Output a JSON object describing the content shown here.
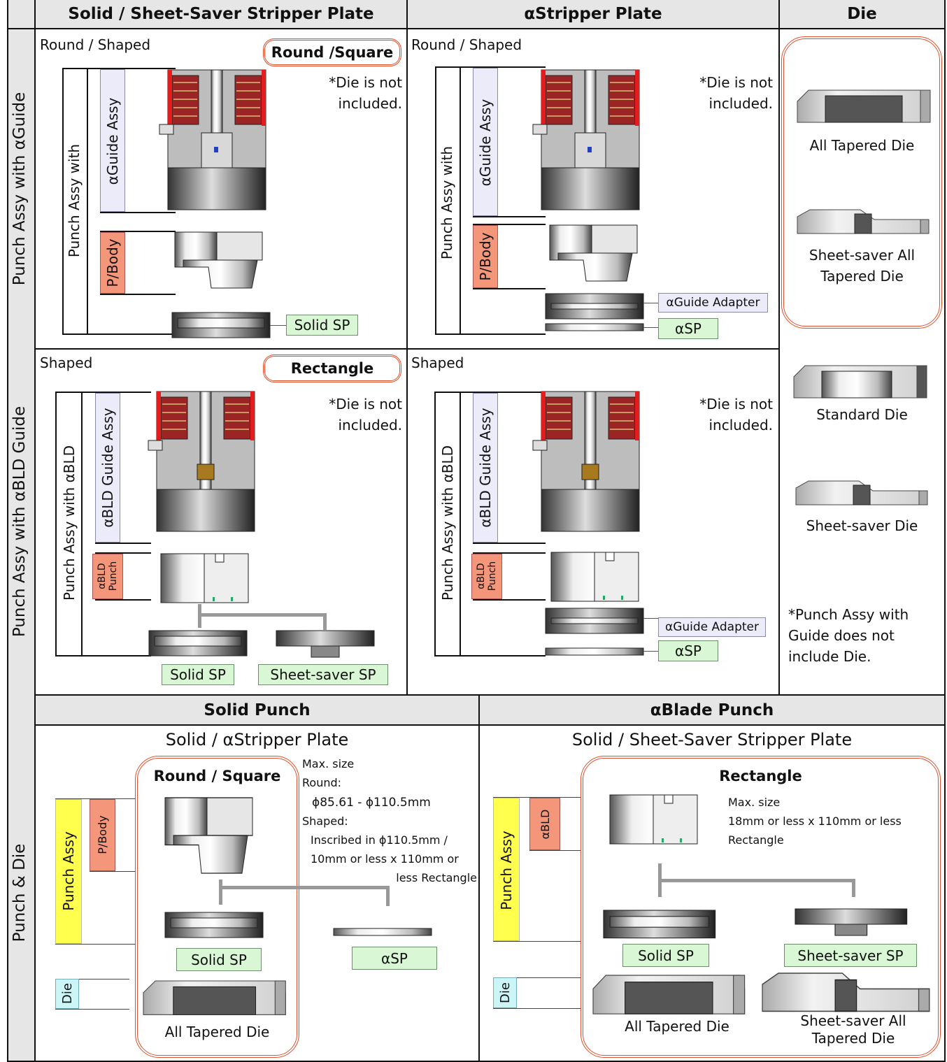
{
  "header": {
    "col1": "Solid / Sheet-Saver Stripper Plate",
    "col2": "αStripper Plate",
    "col3": "Die"
  },
  "row_labels": {
    "row1": "Punch Assy with αGuide",
    "row2": "Punch Assy with αBLD Guide",
    "row3": "Punch & Die"
  },
  "r1c1": {
    "shape": "Round / Shaped",
    "badge": "Round /Square",
    "note": "*Die is not included.",
    "bracket_outer": "Punch Assy with",
    "bracket_guide": "αGuide Assy",
    "bracket_body": "P/Body",
    "sp_label": "Solid SP"
  },
  "r1c2": {
    "shape": "Round / Shaped",
    "note": "*Die is not included.",
    "bracket_outer": "Punch Assy with",
    "bracket_guide": "αGuide Assy",
    "bracket_body": "P/Body",
    "adapter": "αGuide Adapter",
    "sp_label": "αSP"
  },
  "r2c1": {
    "shape": "Shaped",
    "badge": "Rectangle",
    "note": "*Die is not included.",
    "bracket_outer": "Punch Assy with αBLD",
    "bracket_guide": "αBLD Guide Assy",
    "bracket_punch": "αBLD Punch",
    "sp_solid": "Solid SP",
    "sp_saver": "Sheet-saver SP"
  },
  "r2c2": {
    "shape": "Shaped",
    "note": "*Die is not included.",
    "bracket_outer": "Punch Assy with αBLD",
    "bracket_guide": "αBLD Guide Assy",
    "bracket_punch": "αBLD Punch",
    "adapter": "αGuide Adapter",
    "sp_label": "αSP"
  },
  "die_col": {
    "die1": "All Tapered Die",
    "die2": "Sheet-saver All Tapered Die",
    "die3": "Standard Die",
    "die4": "Sheet-saver Die",
    "note": "*Punch Assy with Guide does not include Die."
  },
  "r3": {
    "sub_left": "Solid Punch",
    "sub_right": "αBlade Punch",
    "left_title": "Solid /  αStripper Plate",
    "right_title": "Solid / Sheet-Saver Stripper Plate",
    "left_badge": "Round / Square",
    "left_maxsize": [
      "Max. size",
      "Round:",
      "ϕ85.61 - ϕ110.5mm",
      "Shaped:",
      "Inscribed in ϕ110.5mm /",
      "10mm or less x 110mm or",
      "less Rectangle"
    ],
    "left_punch_assy": "Punch Assy",
    "left_body": "P/Body",
    "left_die_tag": "Die",
    "left_solid_sp": "Solid SP",
    "left_asp": "αSP",
    "left_die": "All Tapered Die",
    "right_badge": "Rectangle",
    "right_maxsize": [
      "Max. size",
      "18mm or less x 110mm or less",
      "Rectangle"
    ],
    "right_punch_assy": "Punch Assy",
    "right_bld": "αBLD",
    "right_die_tag": "Die",
    "right_solid_sp": "Solid SP",
    "right_saver_sp": "Sheet-saver SP",
    "right_die1": "All Tapered Die",
    "right_die2": "Sheet-saver All Tapered Die"
  },
  "colors": {
    "accent": "#e0502c",
    "guide_fill": "#ecebfa",
    "body_fill": "#f4967a",
    "sp_fill": "#d9f7d4",
    "header_fill": "#e6e6e6",
    "punch_assy_fill": "#ffff4d",
    "die_tag_fill": "#ccf5f7"
  }
}
